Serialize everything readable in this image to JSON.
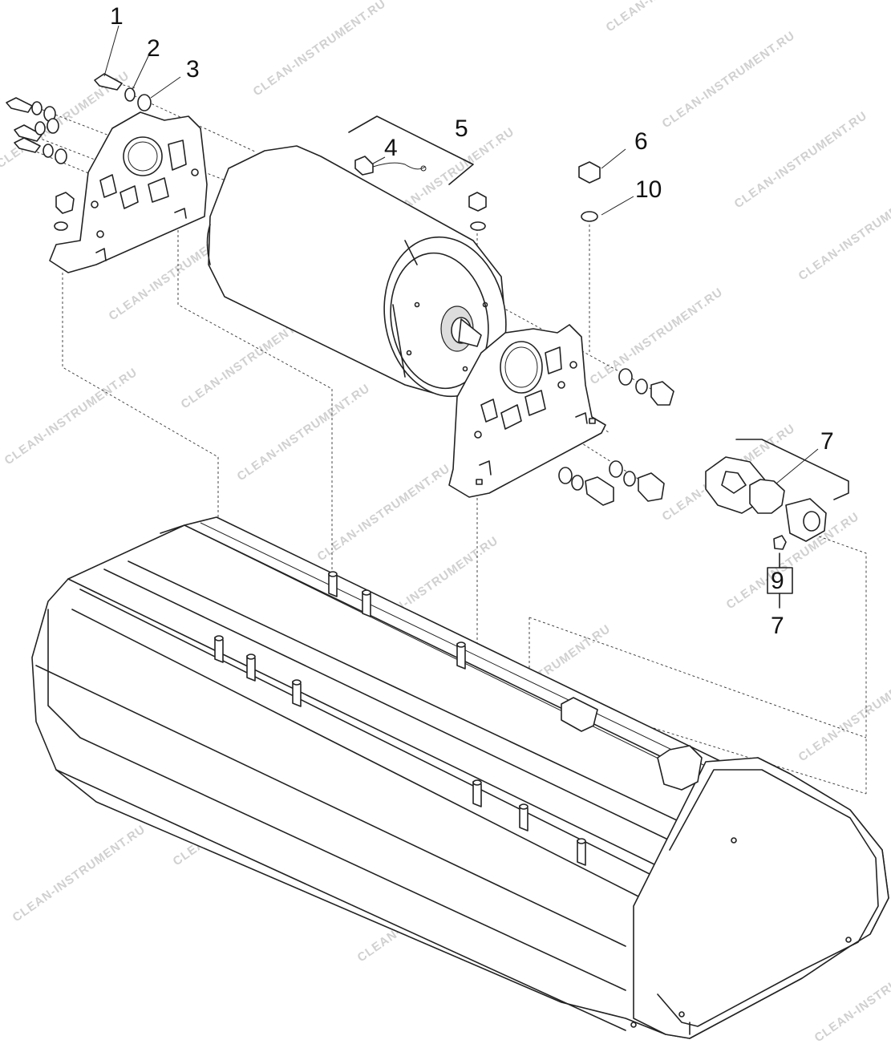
{
  "callouts": [
    {
      "id": "c1",
      "text": "1"
    },
    {
      "id": "c2",
      "text": "2"
    },
    {
      "id": "c3",
      "text": "3"
    },
    {
      "id": "c4",
      "text": "4"
    },
    {
      "id": "c5",
      "text": "5"
    },
    {
      "id": "c6",
      "text": "6"
    },
    {
      "id": "c7",
      "text": "7"
    },
    {
      "id": "c9",
      "text": "9"
    },
    {
      "id": "c7b",
      "text": "7"
    },
    {
      "id": "c10",
      "text": "10"
    }
  ],
  "watermark": "CLEAN-INSTRUMENT.RU"
}
